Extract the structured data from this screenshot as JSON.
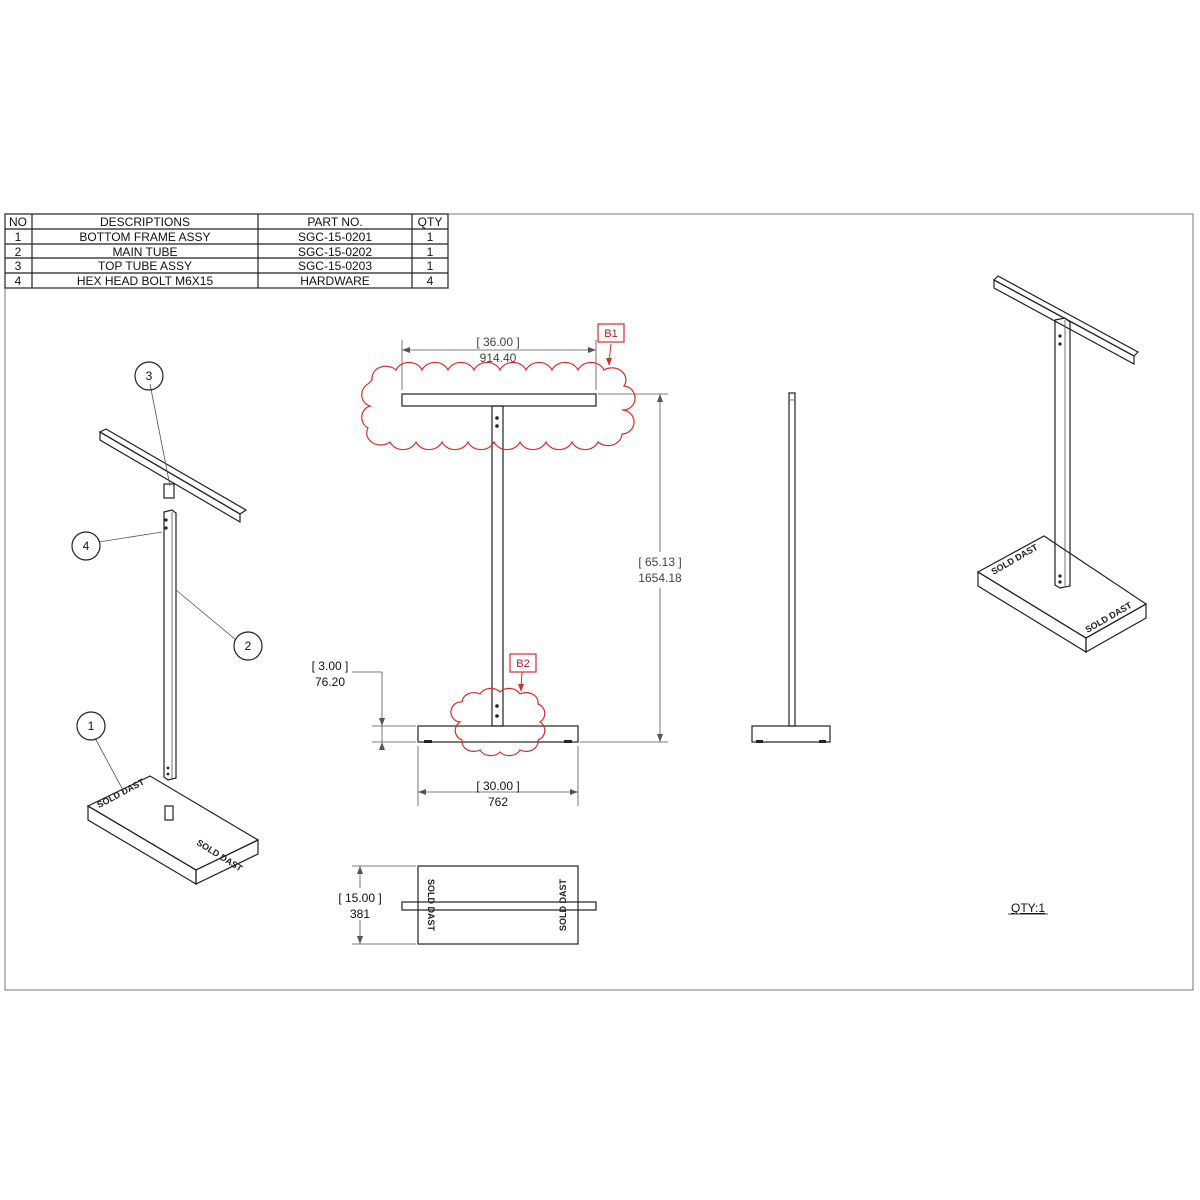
{
  "bom": {
    "headers": [
      "NO",
      "DESCRIPTIONS",
      "PART NO.",
      "QTY"
    ],
    "rows": [
      [
        "1",
        "BOTTOM FRAME ASSY",
        "SGC-15-0201",
        "1"
      ],
      [
        "2",
        "MAIN TUBE",
        "SGC-15-0202",
        "1"
      ],
      [
        "3",
        "TOP TUBE ASSY",
        "SGC-15-0203",
        "1"
      ],
      [
        "4",
        "HEX HEAD BOLT M6X15",
        "HARDWARE",
        "4"
      ]
    ]
  },
  "balloons": [
    "3",
    "4",
    "2",
    "1"
  ],
  "dimensions": {
    "top_width_in": "[ 36.00 ]",
    "top_width_mm": "914.40",
    "height_in": "[ 65.13 ]",
    "height_mm": "1654.18",
    "base_height_in": "[ 3.00 ]",
    "base_height_mm": "76.20",
    "base_width_in": "[ 30.00 ]",
    "base_width_mm": "762",
    "base_depth_in": "[ 15.00 ]",
    "base_depth_mm": "381"
  },
  "revisions": [
    "B1",
    "B2"
  ],
  "brand": "SOLD DAST",
  "qty_note": "QTY:1",
  "colors": {
    "revision": "#d32f2f",
    "line": "#222222"
  }
}
